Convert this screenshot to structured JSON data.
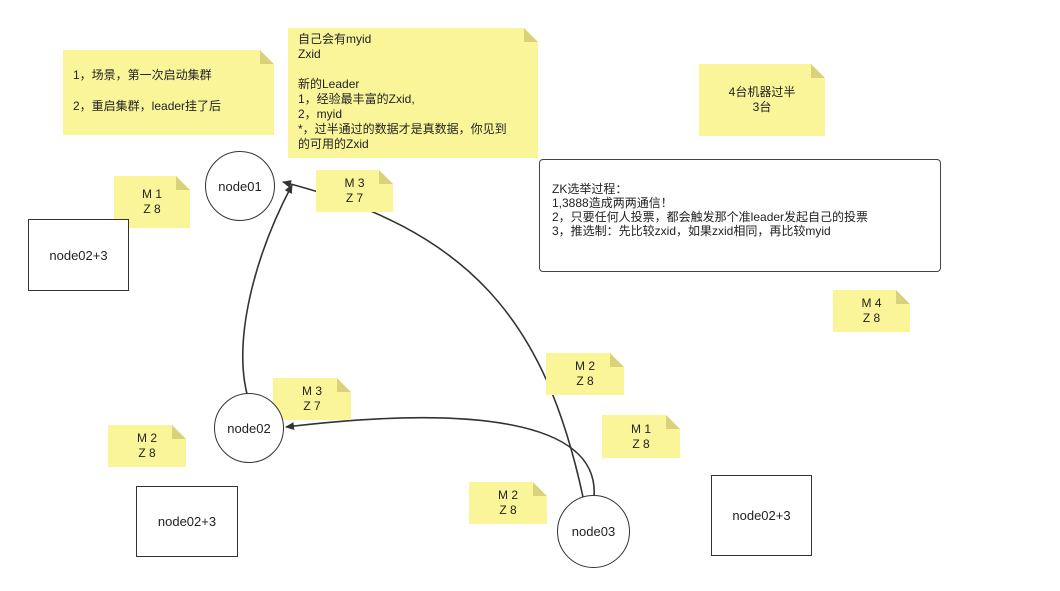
{
  "notes": {
    "scenarios": {
      "lines": [
        "1，场景，第一次启动集群",
        "2，重启集群，leader挂了后"
      ]
    },
    "election_rules": {
      "lines": [
        "自己会有myid",
        "Zxid",
        "",
        "新的Leader",
        "1，经验最丰富的Zxid,",
        "2，myid",
        "*，过半通过的数据才是真数据，你见到",
        "的可用的Zxid"
      ]
    },
    "majority": {
      "lines": [
        "4台机器过半",
        "3台"
      ]
    },
    "vote_m1_z8_topleft": {
      "lines": [
        "M 1",
        "Z 8"
      ]
    },
    "vote_m3_z7_top": {
      "lines": [
        "M 3",
        "Z 7"
      ]
    },
    "vote_m3_z7_mid": {
      "lines": [
        "M 3",
        "Z 7"
      ]
    },
    "vote_m2_z8_left": {
      "lines": [
        "M 2",
        "Z 8"
      ]
    },
    "vote_m2_z8_mid": {
      "lines": [
        "M 2",
        "Z 8"
      ]
    },
    "vote_m1_z8_right": {
      "lines": [
        "M 1",
        "Z 8"
      ]
    },
    "vote_m2_z8_bottom": {
      "lines": [
        "M 2",
        "Z 8"
      ]
    },
    "vote_m4_z8_right": {
      "lines": [
        "M 4",
        "Z 8"
      ]
    }
  },
  "panel": {
    "lines": [
      "ZK选举过程：",
      "1,3888造成两两通信！",
      "2，只要任何人投票，都会触发那个准leader发起自己的投票",
      "3，推选制：先比较zxid，如果zxid相同，再比较myid"
    ]
  },
  "nodes": {
    "node01": "node01",
    "node02": "node02",
    "node03": "node03"
  },
  "boxes": {
    "top_left": "node02+3",
    "bottom_left": "node02+3",
    "bottom_right": "node02+3"
  },
  "colors": {
    "note": "#fbf59a",
    "stroke": "#333333"
  }
}
